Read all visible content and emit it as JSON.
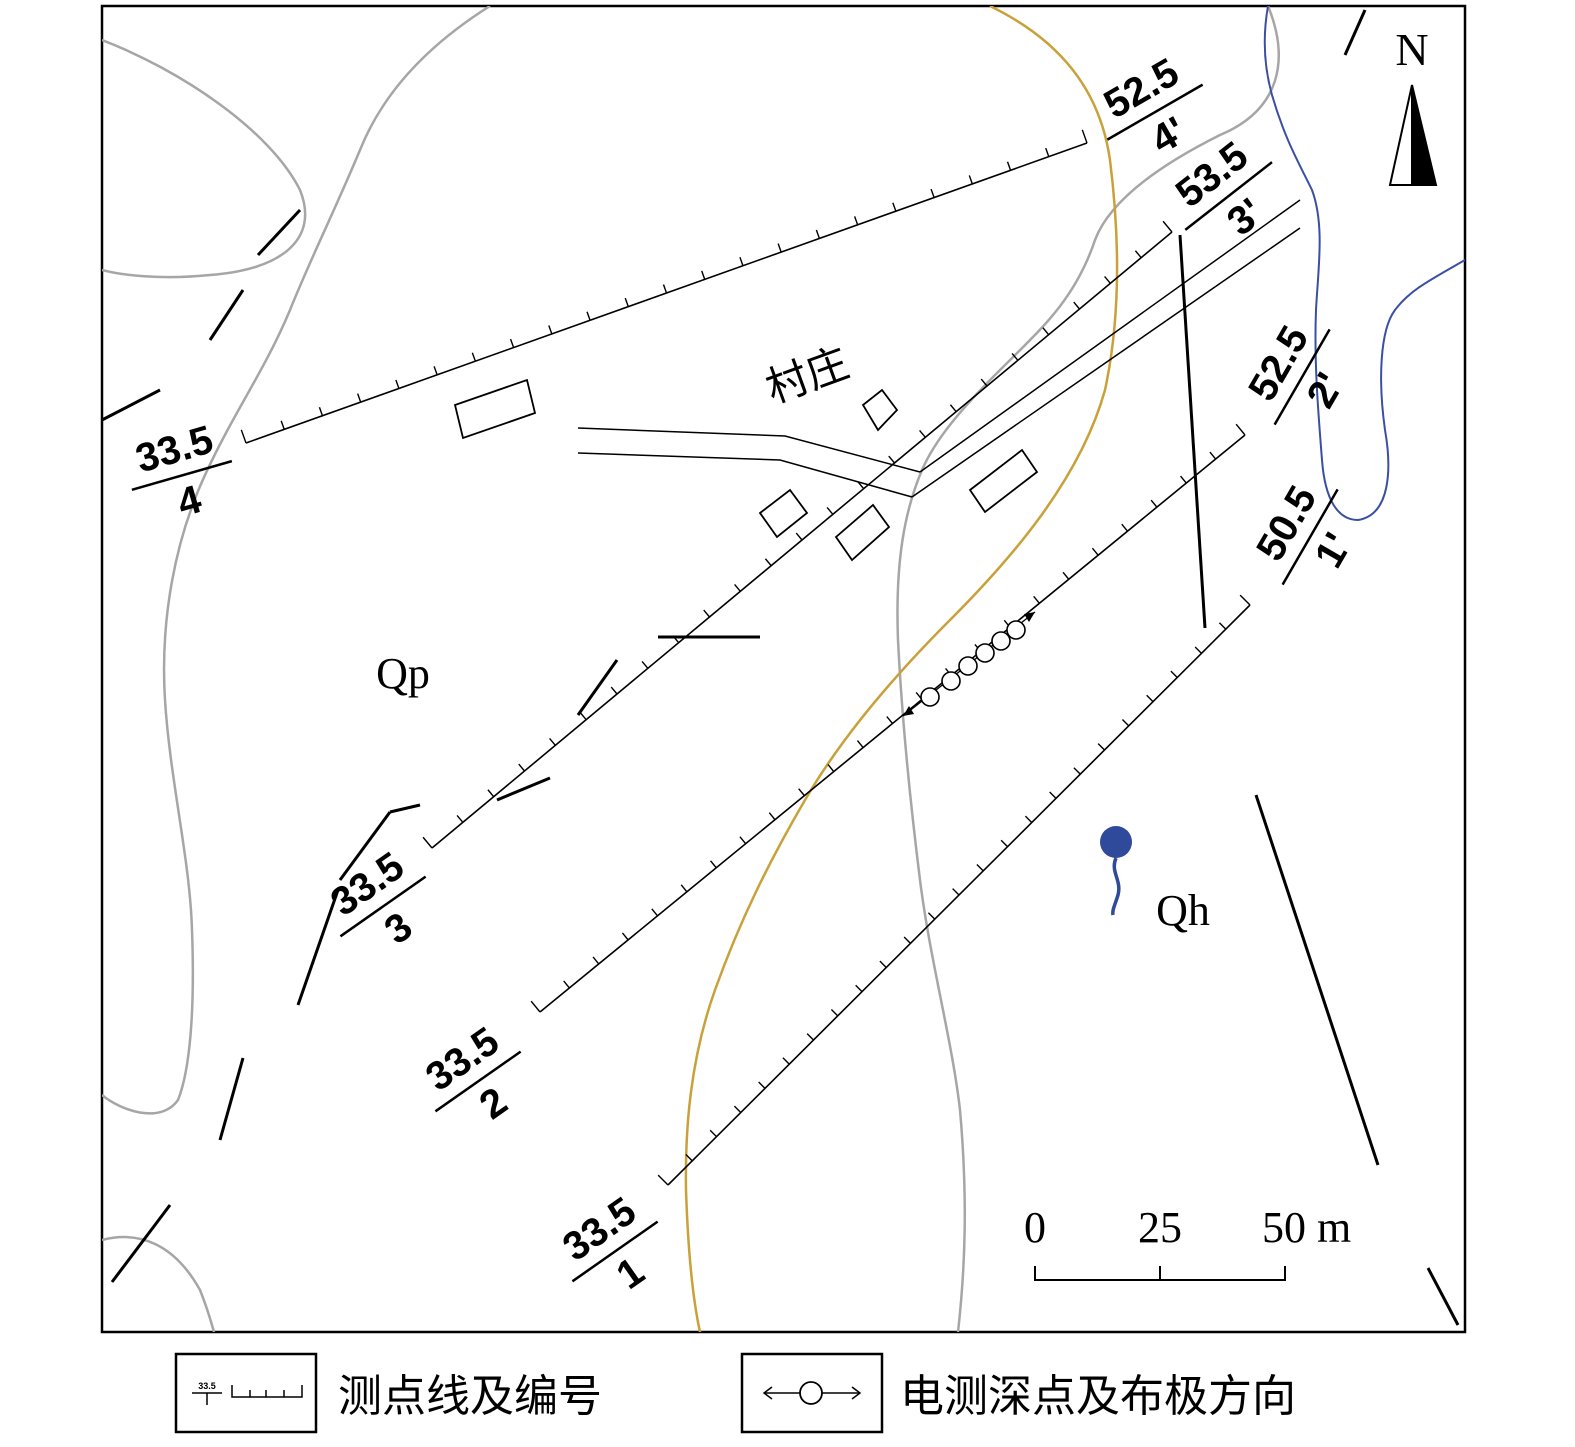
{
  "map": {
    "north_label": "N",
    "units": [
      {
        "name": "unit-qp",
        "text": "Qp"
      },
      {
        "name": "unit-qh",
        "text": "Qh"
      }
    ],
    "village_label": "村庄",
    "scale": {
      "ticks": [
        "0",
        "25",
        "50 m"
      ]
    },
    "survey_lines": [
      {
        "id": "1",
        "start_elev": "33.5",
        "start_num": "1",
        "end_elev": "50.5",
        "end_num": "1'"
      },
      {
        "id": "2",
        "start_elev": "33.5",
        "start_num": "2",
        "end_elev": "52.5",
        "end_num": "2'"
      },
      {
        "id": "3",
        "start_elev": "33.5",
        "start_num": "3",
        "end_elev": "53.5",
        "end_num": "3'"
      },
      {
        "id": "4",
        "start_elev": "33.5",
        "start_num": "4",
        "end_elev": "52.5",
        "end_num": "4'"
      }
    ],
    "colors": {
      "frame": "#000000",
      "contour_gray": "#a6a6a6",
      "geologic_boundary": "#c9a13a",
      "river": "#3a4fa3",
      "spring": "#2f4a9a"
    }
  },
  "legend": {
    "items": [
      {
        "name": "legend-survey-line",
        "icon": "survey-line-icon",
        "icon_text": "33.5",
        "text": "测点线及编号"
      },
      {
        "name": "legend-sounding",
        "icon": "sounding-point-icon",
        "text": "电测深点及布极方向"
      }
    ]
  }
}
